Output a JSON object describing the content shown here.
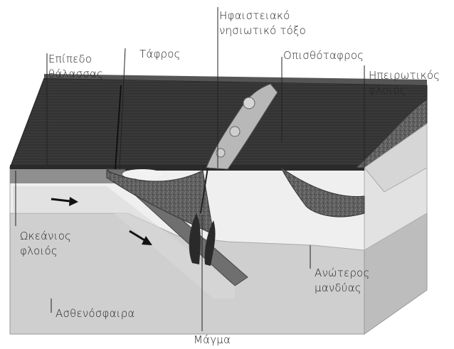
{
  "labels": {
    "sea_level": [
      "Επίπεδο",
      "θάλασσας"
    ],
    "trench": "Τάφρος",
    "volcanic_arc": [
      "Ηφαιστειακό",
      "νησιωτικό τόξο"
    ],
    "back_arc": "Οπισθόταφρος",
    "continental_crust": [
      "Ηπειρωτικός",
      "φλοιός"
    ],
    "oceanic_crust": [
      "Ωκεάνιος",
      "φλοιός"
    ],
    "upper_mantle": [
      "Ανώτερος",
      "μανδύας"
    ],
    "asthenosphere": "Ασθενόσφαιρα",
    "magma": "Μάγμα"
  },
  "colors": {
    "ocean_surface": "#3a3a3a",
    "lithosphere": "#efefef",
    "asthenosphere": "#cfcfcf",
    "slab": "#7a7a7a",
    "rock_texture": "#6b6b6b"
  }
}
